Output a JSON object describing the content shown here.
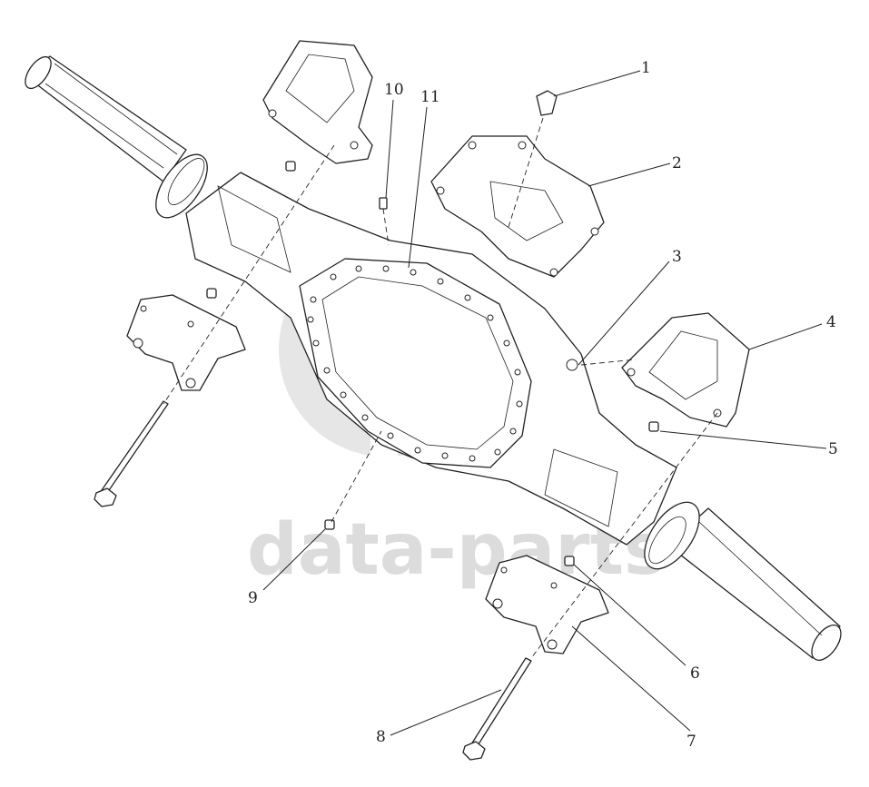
{
  "watermark": {
    "text": "data-parts",
    "color": "#dcdcdc"
  },
  "callouts": [
    {
      "id": "1",
      "label": "1"
    },
    {
      "id": "2",
      "label": "2"
    },
    {
      "id": "3",
      "label": "3"
    },
    {
      "id": "4",
      "label": "4"
    },
    {
      "id": "5",
      "label": "5"
    },
    {
      "id": "6",
      "label": "6"
    },
    {
      "id": "7",
      "label": "7"
    },
    {
      "id": "8",
      "label": "8"
    },
    {
      "id": "9",
      "label": "9"
    },
    {
      "id": "10",
      "label": "10"
    },
    {
      "id": "11",
      "label": "11"
    }
  ]
}
